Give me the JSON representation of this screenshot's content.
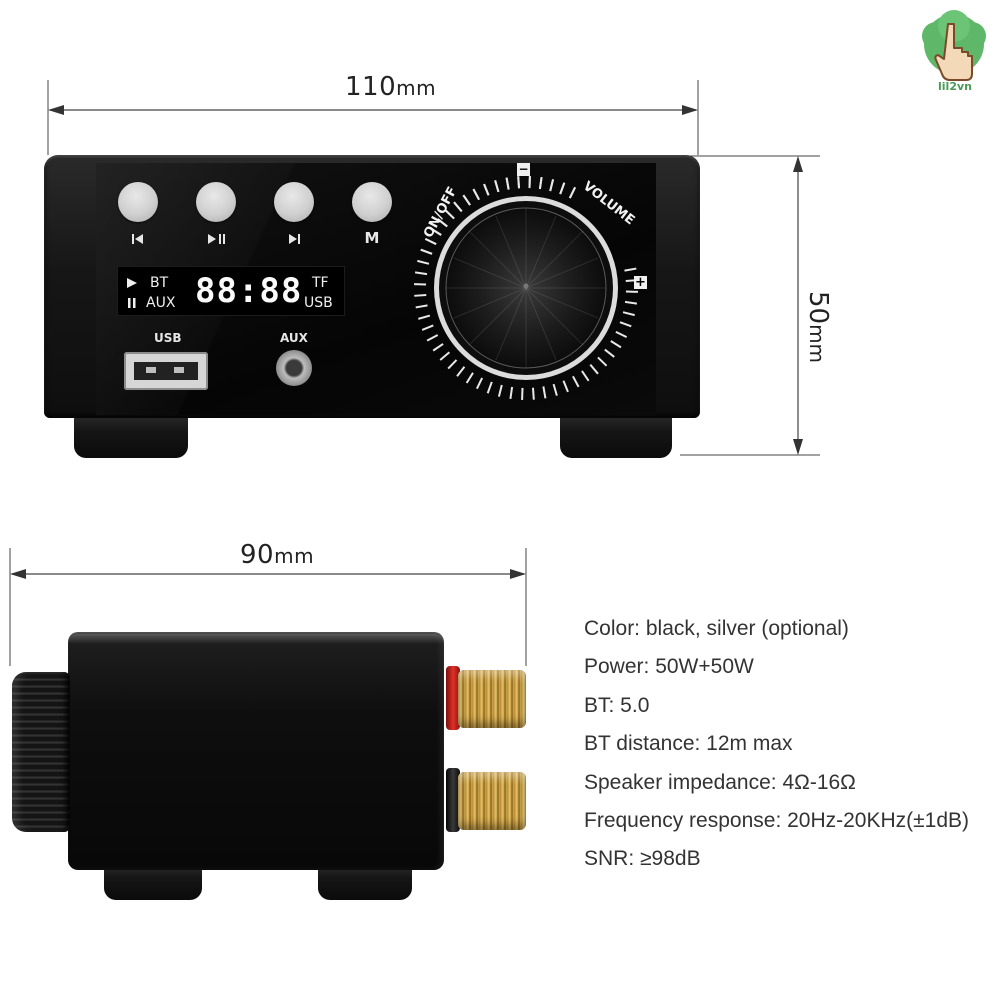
{
  "watermark": {
    "text": "lil2vn",
    "icon": "pointing-hand-cloud-icon",
    "color": "#5fb86a"
  },
  "front_view": {
    "width_label": {
      "value": "110",
      "unit": "mm"
    },
    "height_label": {
      "value": "50",
      "unit": "mm"
    },
    "buttons": [
      {
        "icon": "previous-track-icon",
        "symbol": "⏮"
      },
      {
        "icon": "play-pause-icon",
        "symbol": "▶II"
      },
      {
        "icon": "next-track-icon",
        "symbol": "⏭"
      },
      {
        "icon": "mode-icon",
        "symbol": "M"
      }
    ],
    "display": {
      "bt": "BT",
      "aux": "AUX",
      "time": "88:88",
      "tf": "TF",
      "usb": "USB"
    },
    "ports": {
      "usb_label": "USB",
      "aux_label": "AUX"
    },
    "knob": {
      "on_off": "ON/OFF",
      "volume": "VOLUME",
      "minus": "−",
      "plus": "+"
    },
    "body_color": "#111111"
  },
  "side_view": {
    "depth_label": {
      "value": "90",
      "unit": "mm"
    },
    "terminal_colors": {
      "positive": "#d8241f",
      "negative": "#1a1a1a",
      "metal": "#d4a84a"
    }
  },
  "specs": [
    "Color: black, silver (optional)",
    "Power: 50W+50W",
    "BT: 5.0",
    "BT distance: 12m max",
    "Speaker impedance: 4Ω-16Ω",
    "Frequency response: 20Hz-20KHz(±1dB)",
    "SNR: ≥98dB"
  ]
}
